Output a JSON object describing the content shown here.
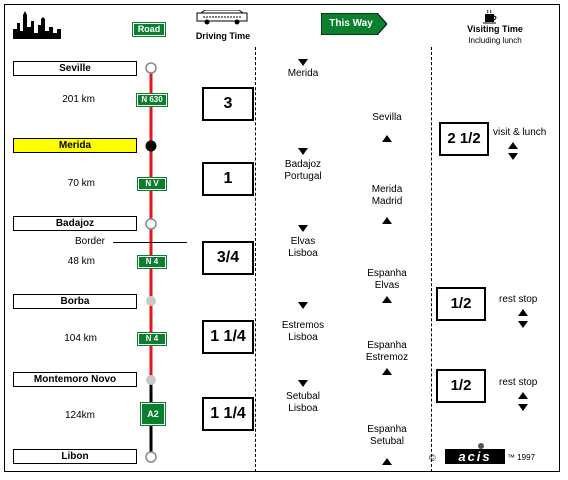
{
  "header": {
    "road_label": "Road",
    "driving_time_label": "Driving Time",
    "this_way_label": "This Way",
    "visiting_time_label": "Visiting Time",
    "including_lunch_label": "Including lunch"
  },
  "cities": [
    {
      "name": "Seville",
      "highlight": false
    },
    {
      "name": "Merida",
      "highlight": true
    },
    {
      "name": "Badajoz",
      "highlight": false
    },
    {
      "name": "Borba",
      "highlight": false
    },
    {
      "name": "Montemoro Novo",
      "highlight": false
    },
    {
      "name": "Libon",
      "highlight": false
    }
  ],
  "border_label": "Border",
  "segments": [
    {
      "km": "201 km",
      "road": "N 630",
      "time": "3"
    },
    {
      "km": "70 km",
      "road": "N V",
      "time": "1"
    },
    {
      "km": "48 km",
      "road": "N 4",
      "time": "3/4"
    },
    {
      "km": "104 km",
      "road": "N 4",
      "time": "1 1/4"
    },
    {
      "km": "124km",
      "road": "A2",
      "time": "1 1/4"
    }
  ],
  "southbound": [
    {
      "line1": "Merida",
      "line2": ""
    },
    {
      "line1": "Badajoz",
      "line2": "Portugal"
    },
    {
      "line1": "Elvas",
      "line2": "Lisboa"
    },
    {
      "line1": "Estremos",
      "line2": "Lisboa"
    },
    {
      "line1": "Setubal",
      "line2": "Lisboa"
    }
  ],
  "northbound": [
    {
      "line1": "Sevilla",
      "line2": ""
    },
    {
      "line1": "Merida",
      "line2": "Madrid"
    },
    {
      "line1": "Espanha",
      "line2": "Elvas"
    },
    {
      "line1": "Espanha",
      "line2": "Estremoz"
    },
    {
      "line1": "Espanha",
      "line2": "Setubal"
    }
  ],
  "visits": [
    {
      "time": "2 1/2",
      "note": "visit & lunch"
    },
    {
      "time": "1/2",
      "note": "rest stop"
    },
    {
      "time": "1/2",
      "note": "rest stop"
    }
  ],
  "footer": {
    "copyright": "©",
    "logo": "acis",
    "year": "™ 1997"
  },
  "colors": {
    "route_red": "#e8141b",
    "road_green": "#0a7f2e",
    "highlight": "#ffff00"
  }
}
